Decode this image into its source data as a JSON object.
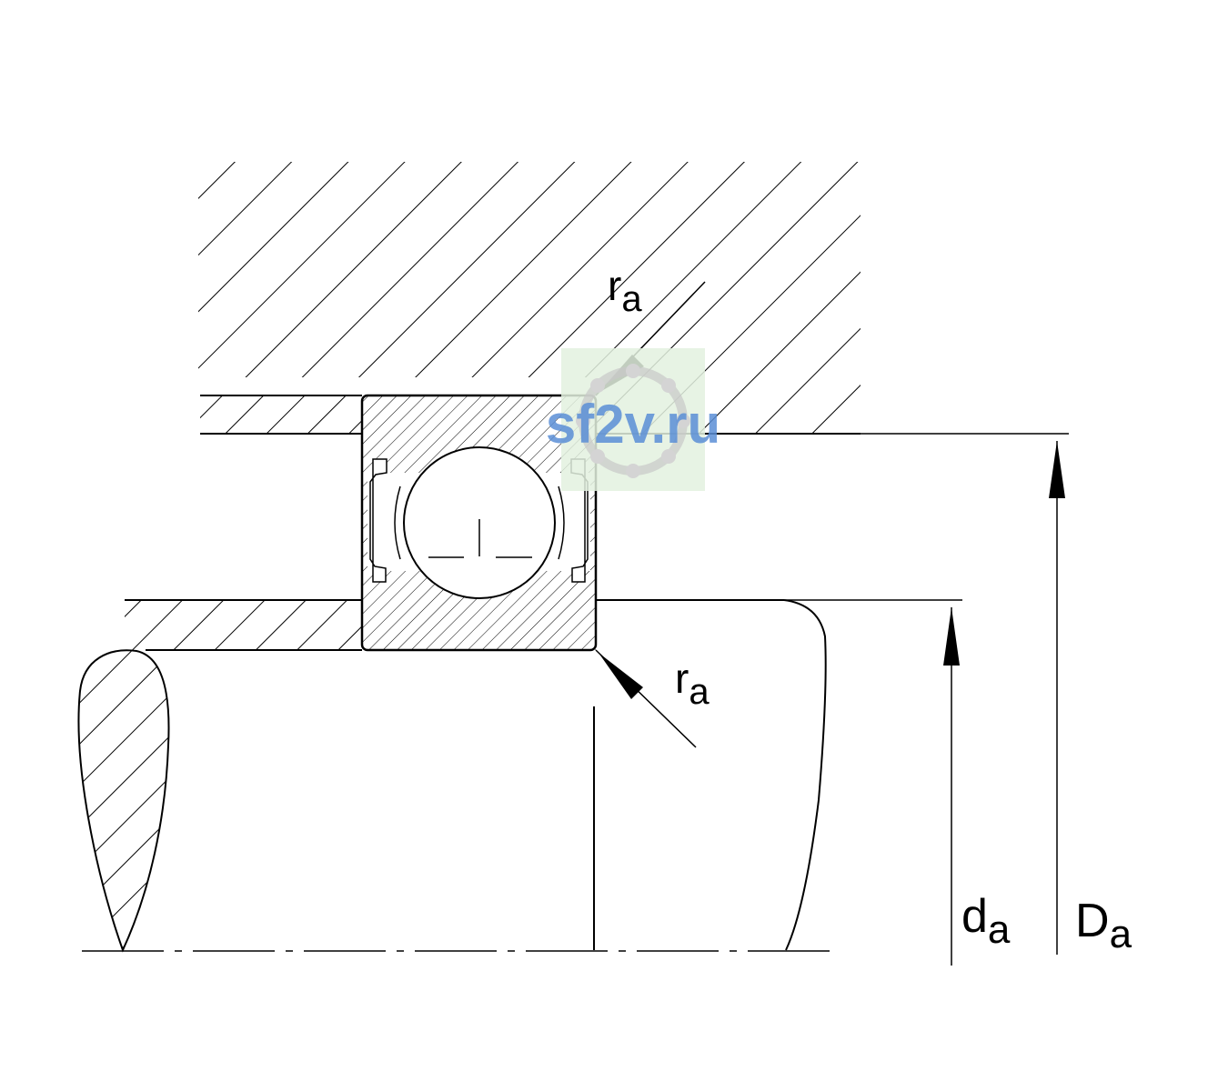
{
  "labels": {
    "ra_top": {
      "main": "r",
      "sub": "a"
    },
    "ra_bottom": {
      "main": "r",
      "sub": "a"
    },
    "da": {
      "main": "d",
      "sub": "a"
    },
    "Da": {
      "main": "D",
      "sub": "a"
    }
  },
  "watermark": {
    "text": "sf2v.ru"
  },
  "colors": {
    "line": "#000000",
    "background": "#ffffff",
    "watermark_text": "#5b8fd6",
    "watermark_bg": "#e3f1df"
  }
}
